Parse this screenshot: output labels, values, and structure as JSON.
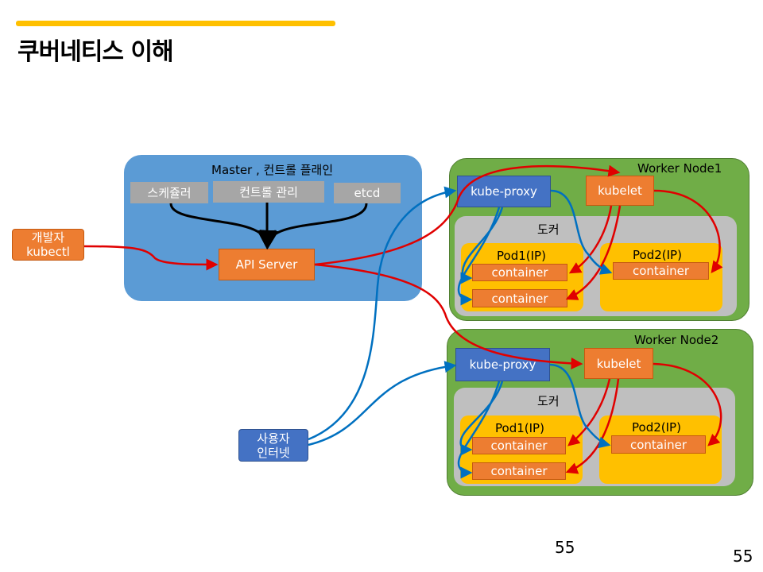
{
  "title": "쿠버네티스 이해",
  "master": {
    "label": "Master , 컨트롤 플래인",
    "scheduler": "스케쥴러",
    "controller": "컨트롤 관리",
    "etcd": "etcd",
    "api_server": "API Server"
  },
  "developer": {
    "line1": "개발자",
    "line2": "kubectl"
  },
  "user": {
    "line1": "사용자",
    "line2": "인터넷"
  },
  "worker_nodes": [
    {
      "label": "Worker Node1",
      "kube_proxy": "kube-proxy",
      "kubelet": "kubelet",
      "docker": "도커",
      "pod1": {
        "label": "Pod1(IP)",
        "containers": [
          "container",
          "container"
        ]
      },
      "pod2": {
        "label": "Pod2(IP)",
        "containers": [
          "container"
        ]
      }
    },
    {
      "label": "Worker Node2",
      "kube_proxy": "kube-proxy",
      "kubelet": "kubelet",
      "docker": "도커",
      "pod1": {
        "label": "Pod1(IP)",
        "containers": [
          "container",
          "container"
        ]
      },
      "pod2": {
        "label": "Pod2(IP)",
        "containers": [
          "container"
        ]
      }
    }
  ],
  "page_number_slide": "55",
  "page_number_footer": "55",
  "colors": {
    "accent_bar": "#ffc000",
    "arrow_red": "#e00000",
    "arrow_blue": "#0070c0",
    "arrow_black": "#000000"
  }
}
